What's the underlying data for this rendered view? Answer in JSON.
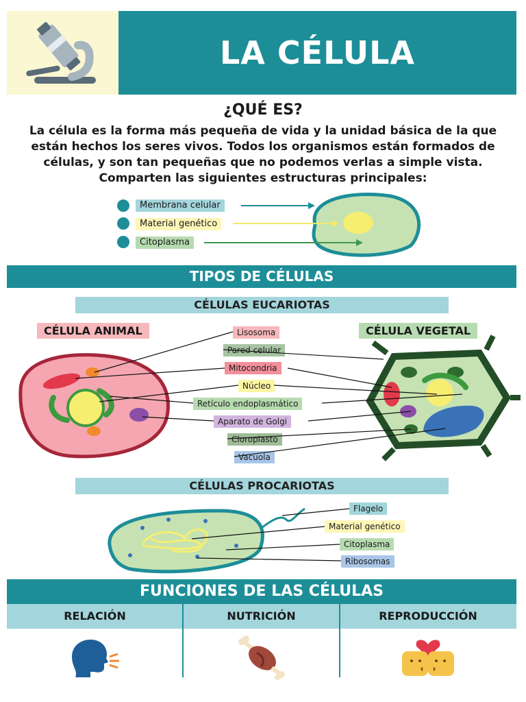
{
  "header": {
    "title": "LA CÉLULA",
    "icon": "microscope-icon"
  },
  "intro": {
    "title": "¿QUÉ ES?",
    "body": "La célula es la forma más pequeña de vida y la unidad básica de la que están hechos los seres vivos. Todos los organismos están formados de células, y son tan pequeñas que no podemos verlas a simple vista. Comparten las siguientes estructuras principales:"
  },
  "structures": [
    {
      "label": "Membrana celular",
      "color": "#a3d5dc"
    },
    {
      "label": "Material genético",
      "color": "#fdf6b8"
    },
    {
      "label": "Citoplasma",
      "color": "#b7dbb0"
    }
  ],
  "types": {
    "title": "TIPOS DE CÉLULAS",
    "eukaryotes": "CÉLULAS EUCARIOTAS",
    "animal": "CÉLULA ANIMAL",
    "plant": "CÉLULA VEGETAL",
    "organelles": [
      {
        "label": "Lisosoma",
        "color": "#f6b8bc"
      },
      {
        "label": "Pared celular",
        "color": "#a6c3a2"
      },
      {
        "label": "Mitocondria",
        "color": "#f28f9a"
      },
      {
        "label": "Núcleo",
        "color": "#fdf6a3"
      },
      {
        "label": "Retículo endoplasmático",
        "color": "#b7dbb0"
      },
      {
        "label": "Aparato de Golgi",
        "color": "#d2b4de"
      },
      {
        "label": "Cloroplasto",
        "color": "#9fbc98"
      },
      {
        "label": "Vacuola",
        "color": "#a9c6e8"
      }
    ],
    "prokaryotes": "CÉLULAS PROCARIOTAS",
    "pro_parts": [
      {
        "label": "Flagelo",
        "color": "#a3d5dc"
      },
      {
        "label": "Material genético",
        "color": "#fdf6b8"
      },
      {
        "label": "Citoplasma",
        "color": "#b7dbb0"
      },
      {
        "label": "Ribosomas",
        "color": "#a9c6e8"
      }
    ]
  },
  "functions": {
    "title": "FUNCIONES DE LAS CÉLULAS",
    "columns": [
      {
        "label": "RELACIÓN",
        "icon": "speaking-head-icon"
      },
      {
        "label": "NUTRICIÓN",
        "icon": "meat-icon"
      },
      {
        "label": "REPRODUCCIÓN",
        "icon": "kissing-couple-icon"
      }
    ]
  }
}
